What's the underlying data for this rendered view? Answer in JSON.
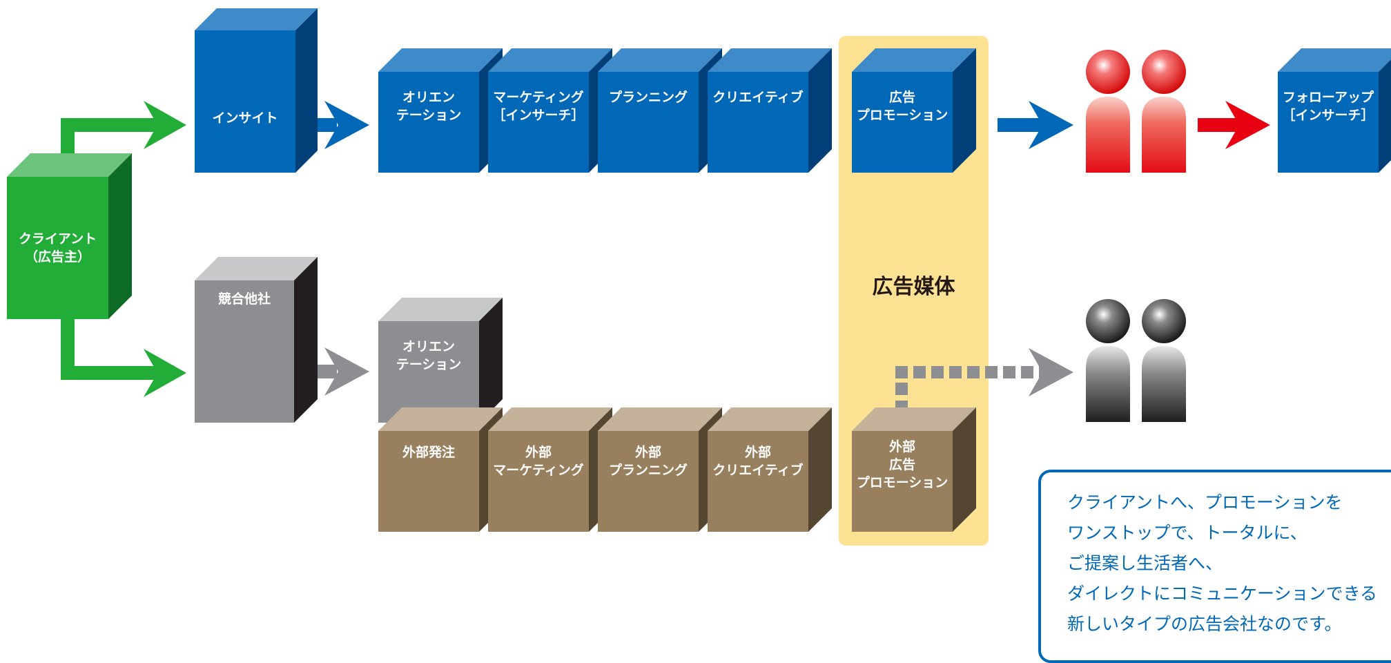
{
  "client": {
    "label": "クライアント\n（広告主）"
  },
  "insight": {
    "label": "インサイト"
  },
  "competitor": {
    "label": "競合他社"
  },
  "top_row": [
    {
      "label": "オリエン\nテーション"
    },
    {
      "label": "マーケティング\n［インサーチ］"
    },
    {
      "label": "プランニング"
    },
    {
      "label": "クリエイティブ"
    }
  ],
  "promotion": {
    "label": "広告\nプロモーション"
  },
  "follow_up": {
    "label": "フォローアップ\n［インサーチ］"
  },
  "bottom_orientation": {
    "label": "オリエン\nテーション"
  },
  "bottom_row": [
    {
      "label": "外部発注"
    },
    {
      "label": "外部\nマーケティング"
    },
    {
      "label": "外部\nプランニング"
    },
    {
      "label": "外部\nクリエイティブ"
    }
  ],
  "external_promotion": {
    "label": "外部\n広告\nプロモーション"
  },
  "media": {
    "label": "広告媒体"
  },
  "message": {
    "lines": [
      "クライアントへ、プロモーションを",
      "ワンストップで、トータルに、",
      "ご提案し生活者へ、",
      "ダイレクトにコミュニケーションできる",
      "新しいタイプの広告会社なのです。"
    ]
  },
  "colors": {
    "blue_front": "#0068b7",
    "blue_top": "#3f8bca",
    "blue_side": "#003f78",
    "green_front": "#22ac38",
    "green_top": "#6cc37a",
    "green_side": "#0c6b25",
    "gray_front": "#8d8e91",
    "gray_top": "#c7c8ca",
    "gray_side": "#231f20",
    "brown_front": "#98805f",
    "brown_top": "#c3b19a",
    "brown_side": "#544630",
    "red": "#e60012",
    "media_bg": "#fde294",
    "text_blue": "#0068b7"
  }
}
